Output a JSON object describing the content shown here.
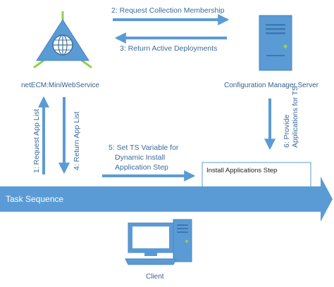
{
  "nodes": {
    "miniwebservice": {
      "label": "netECM:MiniWebService",
      "icon": "globe-triangle-icon"
    },
    "config_manager": {
      "label": "Configuration Manager Server",
      "icon": "server-icon"
    },
    "client": {
      "label": "Client",
      "icon": "computer-icon"
    }
  },
  "arrows": {
    "request_membership": "2: Request Collection Membership",
    "return_deployments": "3: Return Active Deployments",
    "request_app_list": "1: Request App List",
    "return_app_list": "4: Return App List",
    "set_ts_variable": [
      "5: Set TS Variable for",
      "Dynamic Install",
      "Application Step"
    ],
    "provide_applications": [
      "6: Provide",
      "Applications for TS"
    ]
  },
  "task_sequence": {
    "label": "Task Sequence"
  },
  "install_step": {
    "label": "Install Applications Step"
  },
  "colors": {
    "accent_blue": "#5b9bd5",
    "dark_blue": "#41719c",
    "text_blue": "#3b6a9c",
    "green": "#92d050"
  }
}
